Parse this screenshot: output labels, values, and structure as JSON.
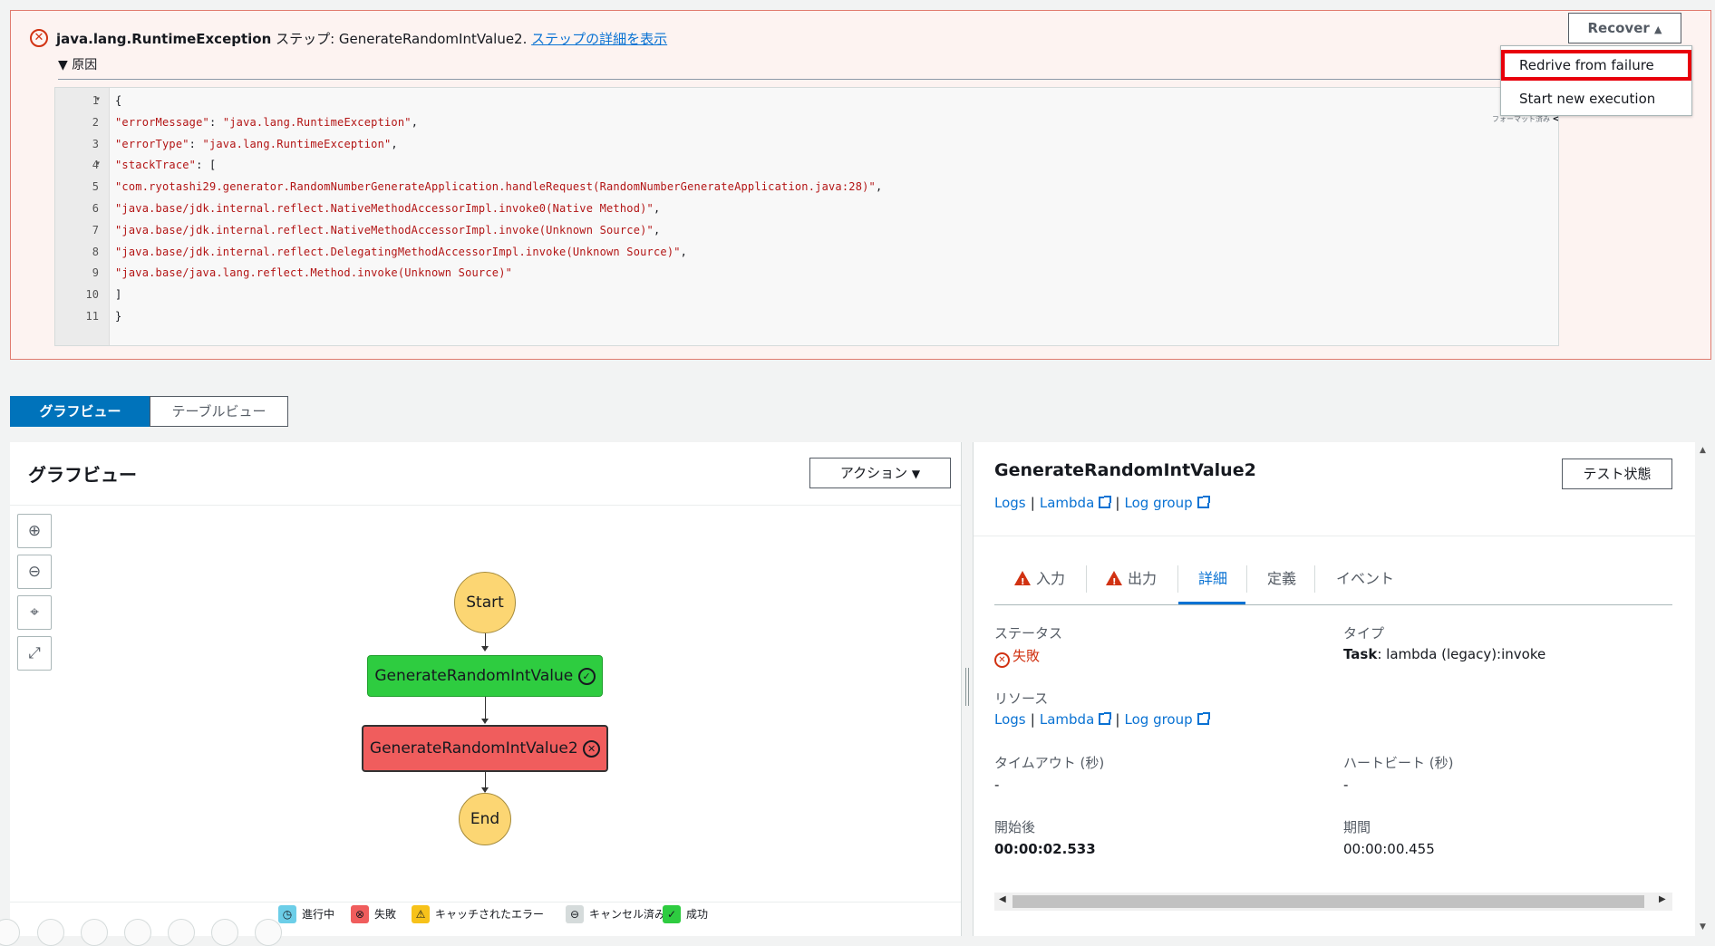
{
  "error": {
    "exception": "java.lang.RuntimeException",
    "step_label": " ステップ: GenerateRandomIntValue2. ",
    "details_link": "ステップの詳細を表示",
    "cause_label": "原因",
    "format_label": "フォーマット済み",
    "code_lines": [
      {
        "n": "1",
        "fold": "▾",
        "text": "{"
      },
      {
        "n": "2",
        "fold": "",
        "text": "  \"errorMessage\": \"java.lang.RuntimeException\","
      },
      {
        "n": "3",
        "fold": "",
        "text": "  \"errorType\": \"java.lang.RuntimeException\","
      },
      {
        "n": "4",
        "fold": "▾",
        "text": "  \"stackTrace\": ["
      },
      {
        "n": "5",
        "fold": "",
        "text": "    \"com.ryotashi29.generator.RandomNumberGenerateApplication.handleRequest(RandomNumberGenerateApplication.java:28)\","
      },
      {
        "n": "6",
        "fold": "",
        "text": "    \"java.base/jdk.internal.reflect.NativeMethodAccessorImpl.invoke0(Native Method)\","
      },
      {
        "n": "7",
        "fold": "",
        "text": "    \"java.base/jdk.internal.reflect.NativeMethodAccessorImpl.invoke(Unknown Source)\","
      },
      {
        "n": "8",
        "fold": "",
        "text": "    \"java.base/jdk.internal.reflect.DelegatingMethodAccessorImpl.invoke(Unknown Source)\","
      },
      {
        "n": "9",
        "fold": "",
        "text": "    \"java.base/java.lang.reflect.Method.invoke(Unknown Source)\""
      },
      {
        "n": "10",
        "fold": "",
        "text": "  ]"
      },
      {
        "n": "11",
        "fold": "",
        "text": "}"
      }
    ]
  },
  "recover": {
    "label": "Recover",
    "menu": [
      "Redrive from failure",
      "Start new execution"
    ]
  },
  "view_tabs": {
    "graph": "グラフビュー",
    "table": "テーブルビュー"
  },
  "graph": {
    "title": "グラフビュー",
    "action_label": "アクション",
    "nodes": {
      "start": "Start",
      "step1": "GenerateRandomIntValue",
      "step2": "GenerateRandomIntValue2",
      "end": "End"
    },
    "legend": [
      "進行中",
      "失敗",
      "キャッチされたエラー",
      "キャンセル済み",
      "成功"
    ],
    "colors": {
      "success": "#2ecc40",
      "failed": "#f05d5d",
      "terminal": "#fcd673",
      "running": "#6ccee8",
      "caught": "#f7c21a",
      "cancelled": "#d5dbdb"
    }
  },
  "details": {
    "title": "GenerateRandomIntValue2",
    "links": {
      "logs": "Logs",
      "lambda": "Lambda",
      "log_group": "Log group"
    },
    "test_label": "テスト状態",
    "tabs": [
      "入力",
      "出力",
      "詳細",
      "定義",
      "イベント"
    ],
    "status_label": "ステータス",
    "status_value": "失敗",
    "type_label": "タイプ",
    "type_prefix": "Task",
    "type_value": ": lambda (legacy):invoke",
    "resource_label": "リソース",
    "timeout_label": "タイムアウト (秒)",
    "timeout_value": "-",
    "heartbeat_label": "ハートビート (秒)",
    "heartbeat_value": "-",
    "started_label": "開始後",
    "started_value": "00:00:02.533",
    "duration_label": "期間",
    "duration_value": "00:00:00.455"
  }
}
